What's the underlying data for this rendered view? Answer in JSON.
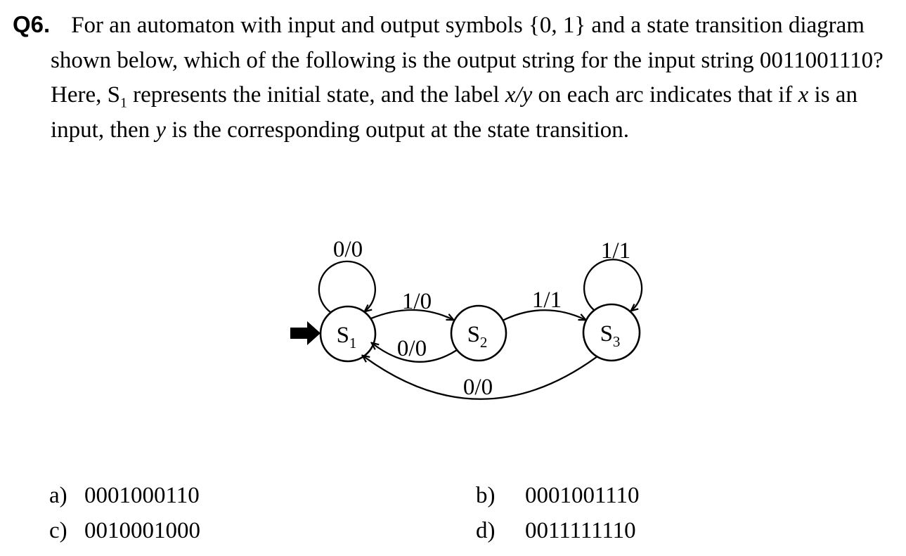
{
  "page": {
    "background": "#ffffff",
    "text_color": "#000000"
  },
  "question": {
    "number": "Q6.",
    "lines": [
      [
        {
          "t": "For an automaton with input and output symbols {0, 1} and a state transition diagram"
        }
      ],
      [
        {
          "t": "shown below, which of the following is the output string for the input string 0011001110?"
        }
      ],
      [
        {
          "t": "Here, S"
        },
        {
          "t": "1",
          "sub": true
        },
        {
          "t": " represents the initial state, and the label "
        },
        {
          "t": "x/y",
          "i": true
        },
        {
          "t": " on each arc indicates that if "
        },
        {
          "t": "x",
          "i": true
        },
        {
          "t": " is an"
        }
      ],
      [
        {
          "t": "input, then "
        },
        {
          "t": "y",
          "i": true
        },
        {
          "t": " is the corresponding output at the state transition."
        }
      ]
    ]
  },
  "diagram": {
    "initial_state": "S1",
    "states": [
      {
        "id": "S1",
        "base": "S",
        "sub": "1"
      },
      {
        "id": "S2",
        "base": "S",
        "sub": "2"
      },
      {
        "id": "S3",
        "base": "S",
        "sub": "3"
      }
    ],
    "transitions": [
      {
        "from": "S1",
        "to": "S1",
        "label": "0/0"
      },
      {
        "from": "S1",
        "to": "S2",
        "label": "1/0"
      },
      {
        "from": "S2",
        "to": "S1",
        "label": "0/0"
      },
      {
        "from": "S2",
        "to": "S3",
        "label": "1/1"
      },
      {
        "from": "S3",
        "to": "S3",
        "label": "1/1"
      },
      {
        "from": "S3",
        "to": "S1",
        "label": "0/0"
      }
    ]
  },
  "options": [
    {
      "letter": "a)",
      "value": "0001000110"
    },
    {
      "letter": "b)",
      "value": "0001001110"
    },
    {
      "letter": "c)",
      "value": "0010001000"
    },
    {
      "letter": "d)",
      "value": "0011111110"
    }
  ]
}
